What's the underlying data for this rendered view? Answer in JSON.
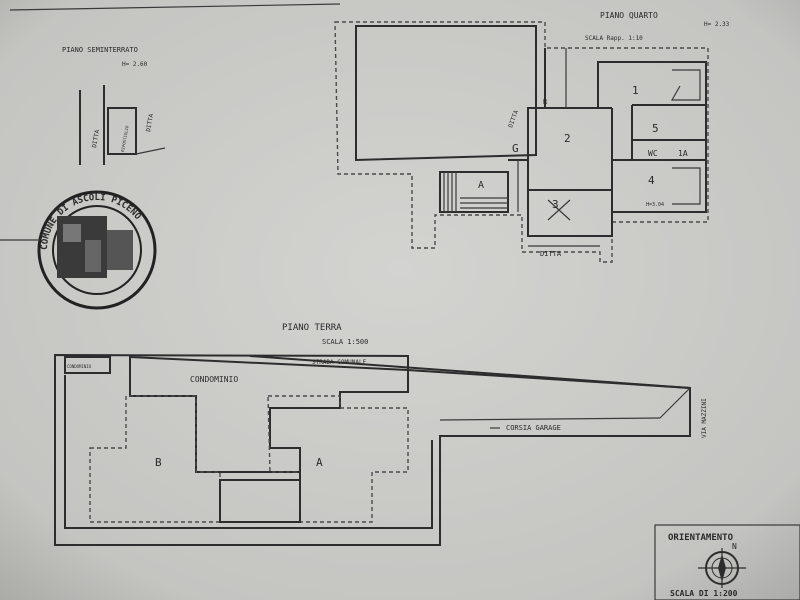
{
  "colors": {
    "paper": "#c9c9c7",
    "ink": "#2d2d2d"
  },
  "semi": {
    "title": "PIANO SEMINTERRATO",
    "height": "H= 2.60",
    "ditta_left": "DITTA",
    "ditta_right": "DITTA",
    "room": "RIPOSTIGLIO"
  },
  "quarto": {
    "title": "PIANO QUARTO",
    "height": "H= 2.33",
    "scale": "SCALA Rapp. 1:10",
    "ditta_bottom": "DITTA",
    "ditta_side": "DITTA",
    "rooms": [
      "1",
      "2",
      "3",
      "4",
      "5",
      "WC",
      "A"
    ],
    "room_height": "H=3.04",
    "marks": [
      "R",
      "G",
      "1A"
    ]
  },
  "stamp": {
    "text": "COMUNE DI ASCOLI PICENO"
  },
  "terra": {
    "title": "PIANO TERRA",
    "scale": "SCALA 1:500",
    "road": "STRADA COMUNALE",
    "condominio": "CONDOMINIO",
    "condominio_small": "CONDOMINIO",
    "block_b": "B",
    "block_a": "A",
    "corsia": "CORSIA GARAGE",
    "via": "VIA MAZZINI"
  },
  "orient": {
    "label": "ORIENTAMENTO",
    "north": "N",
    "scale": "SCALA DI 1:200"
  }
}
